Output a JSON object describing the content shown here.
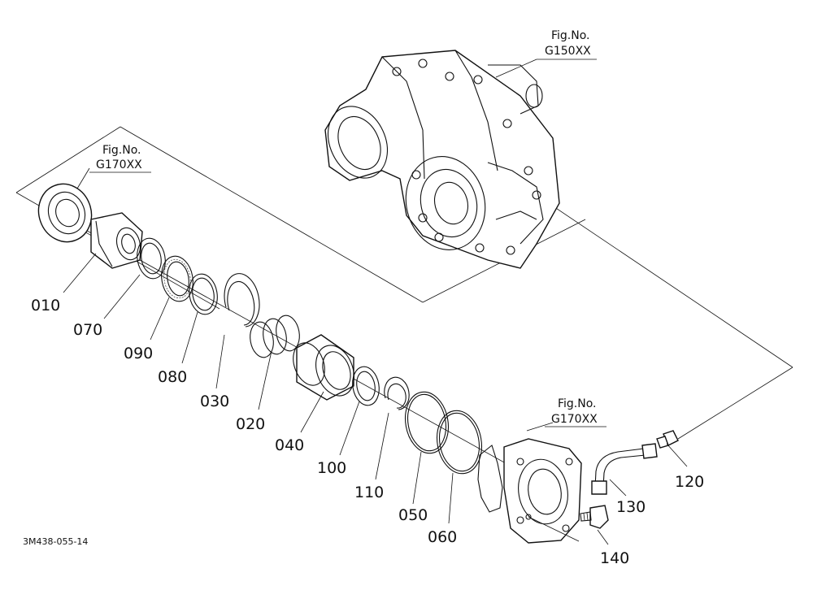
{
  "fig_refs": [
    {
      "line1": "Fig.No.",
      "line2": "G150XX"
    },
    {
      "line1": "Fig.No.",
      "line2": "G170XX"
    },
    {
      "line1": "Fig.No.",
      "line2": "G170XX"
    }
  ],
  "parts": [
    "010",
    "070",
    "090",
    "080",
    "030",
    "020",
    "040",
    "100",
    "110",
    "050",
    "060",
    "120",
    "130",
    "140"
  ],
  "drawing_code": "3M438-055-14"
}
